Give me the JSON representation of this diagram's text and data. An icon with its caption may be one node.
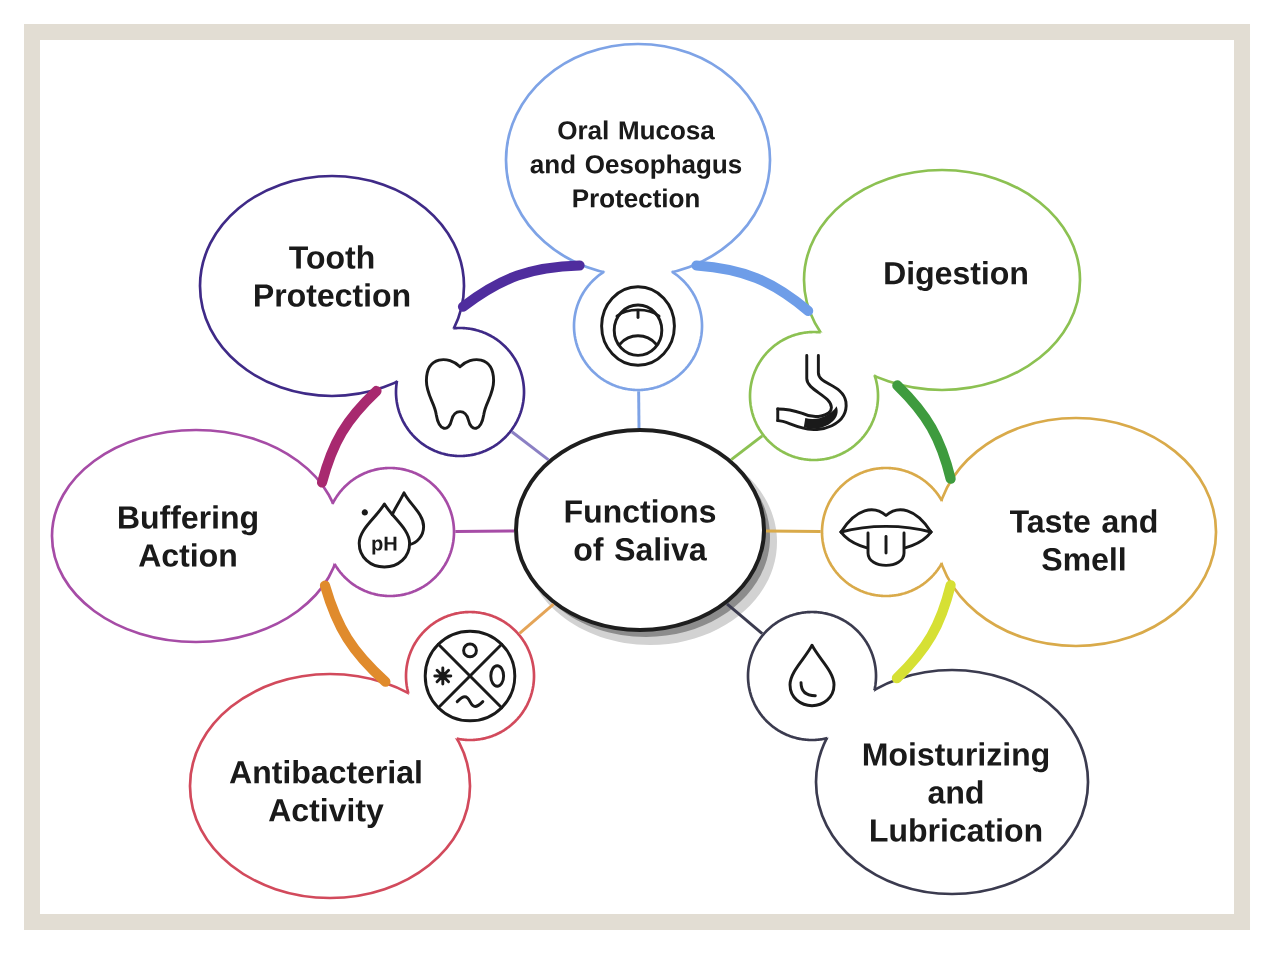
{
  "diagram": {
    "nodes": [
      {
        "text": [
          "Functions of Saliva"
        ]
      },
      {
        "text": [
          "Oral Mucosa and Oesophagus Protection"
        ]
      },
      {
        "text": [
          "Digestion"
        ]
      },
      {
        "text": [
          "Taste and Smell"
        ]
      },
      {
        "text": [
          "Moisturizing and Lubrication"
        ]
      },
      {
        "text": [
          "Antibacterial Activity"
        ]
      },
      {
        "text": [
          "Buffering Action"
        ]
      },
      {
        "text": [
          "Tooth Protection"
        ]
      },
      {
        "text": [],
        "shape": "circle"
      },
      {
        "text": [],
        "shape": "circle"
      },
      {
        "text": [],
        "shape": "circle"
      },
      {
        "text": [
          "pH"
        ]
      },
      {
        "text": [],
        "shape": "circle"
      },
      {
        "text": [],
        "shape": "circle"
      },
      {
        "text": [],
        "shape": "circle"
      }
    ],
    "edges": [
      {
        "from": 0,
        "to": 8,
        "arrow": "none",
        "color": "#7ea3e6"
      },
      {
        "from": 0,
        "to": 10,
        "arrow": "none",
        "color": "#8cc152"
      },
      {
        "from": 0,
        "to": 12,
        "arrow": "none",
        "color": "#d9aa4a"
      },
      {
        "from": 0,
        "to": 14,
        "arrow": "none",
        "color": "#3b3b4f"
      },
      {
        "from": 0,
        "to": 13,
        "arrow": "none",
        "color": "#e4a457"
      },
      {
        "from": 0,
        "to": 11,
        "arrow": "none",
        "color": "#a64ca6"
      },
      {
        "from": 0,
        "to": 9,
        "arrow": "none",
        "color": "#8b80c4"
      },
      {
        "from": 7,
        "to": 1,
        "arrow": "none",
        "style": "thick",
        "color": "#4f2d9e"
      },
      {
        "from": 1,
        "to": 2,
        "arrow": "none",
        "style": "thick",
        "color": "#6e9de8"
      },
      {
        "from": 2,
        "to": 3,
        "arrow": "none",
        "style": "thick",
        "color": "#3e9b3e"
      },
      {
        "from": 3,
        "to": 4,
        "arrow": "none",
        "style": "thick",
        "color": "#d6e034"
      },
      {
        "from": 5,
        "to": 6,
        "arrow": "none",
        "style": "thick",
        "color": "#e08b2c"
      },
      {
        "from": 6,
        "to": 7,
        "arrow": "none",
        "style": "thick",
        "color": "#a8296f"
      }
    ]
  }
}
